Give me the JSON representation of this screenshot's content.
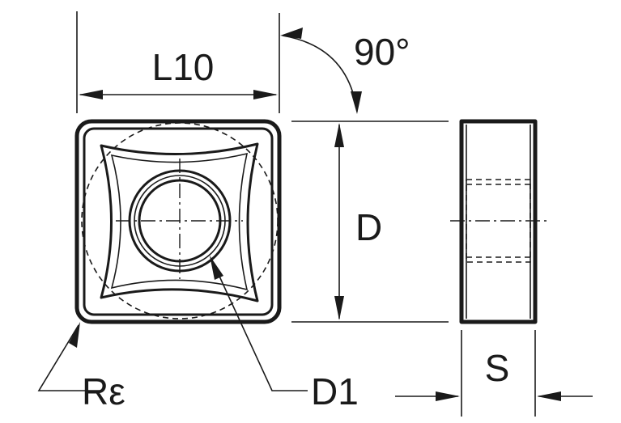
{
  "labels": {
    "l10": "L10",
    "angle": "90°",
    "d": "D",
    "s": "S",
    "r_epsilon": "Rε",
    "d1": "D1"
  },
  "colors": {
    "ink": "#1a1a1a",
    "background": "#ffffff"
  }
}
